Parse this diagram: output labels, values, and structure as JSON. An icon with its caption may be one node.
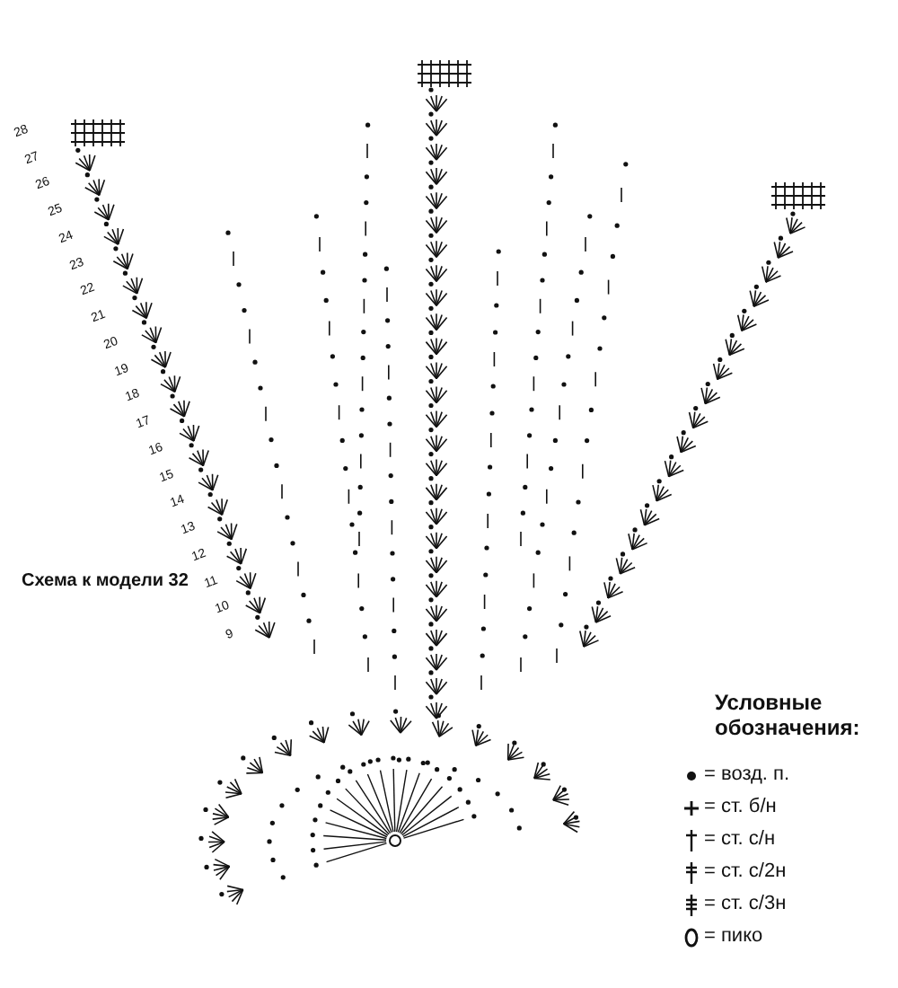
{
  "diagram": {
    "labels": [
      "28",
      "27",
      "26",
      "25",
      "24",
      "23",
      "22",
      "21",
      "20",
      "19",
      "18",
      "17",
      "16",
      "15",
      "14",
      "13",
      "12",
      "11",
      "10",
      "9",
      "Схема к модели 32",
      "Условные обозначения:"
    ],
    "legend": [
      {
        "text": "= возд. п."
      },
      {
        "text": "= ст. б/н"
      },
      {
        "text": "= ст. с/н"
      },
      {
        "text": "= ст. с/2н"
      },
      {
        "text": "= ст. с/3н"
      },
      {
        "text": "= пико"
      }
    ]
  }
}
